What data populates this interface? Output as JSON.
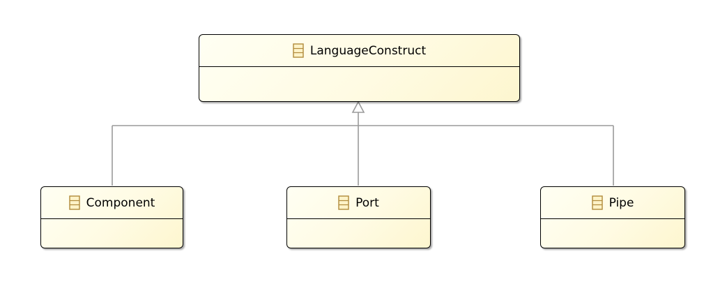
{
  "diagram": {
    "type": "class-diagram",
    "relationship": "generalization",
    "colors": {
      "box_fill": "#fffbe3",
      "box_border": "#000000",
      "connector": "#9a9a9a",
      "icon": "#b08a3a"
    },
    "icon_name": "class-icon",
    "parent": {
      "name": "LanguageConstruct"
    },
    "children": [
      {
        "name": "Component"
      },
      {
        "name": "Port"
      },
      {
        "name": "Pipe"
      }
    ]
  }
}
